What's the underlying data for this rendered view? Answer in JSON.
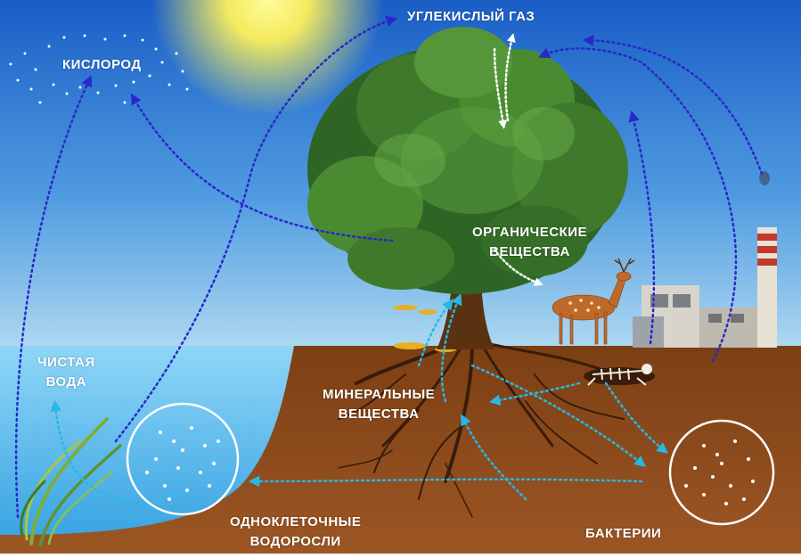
{
  "labels": {
    "oxygen": "КИСЛОРОД",
    "co2": "УГЛЕКИСЛЫЙ ГАЗ",
    "organic_1": "ОРГАНИЧЕСКИЕ",
    "organic_2": "ВЕЩЕСТВА",
    "clean_water_1": "ЧИСТАЯ",
    "clean_water_2": "ВОДА",
    "minerals_1": "МИНЕРАЛЬНЫЕ",
    "minerals_2": "ВЕЩЕСТВА",
    "algae_1": "ОДНОКЛЕТОЧНЫЕ",
    "algae_2": "ВОДОРОСЛИ",
    "bacteria": "БАКТЕРИИ"
  },
  "colors": {
    "sky_top": "#1f64c8",
    "sky_bottom": "#a8d8f0",
    "sun": "#fff25a",
    "water": "#56b8ec",
    "soil": "#8b4a1c",
    "foliage": "#3f7a2c",
    "arrow_blue": "#2a28c8",
    "arrow_cyan": "#27b8e6",
    "arrow_white": "#ffffff"
  }
}
